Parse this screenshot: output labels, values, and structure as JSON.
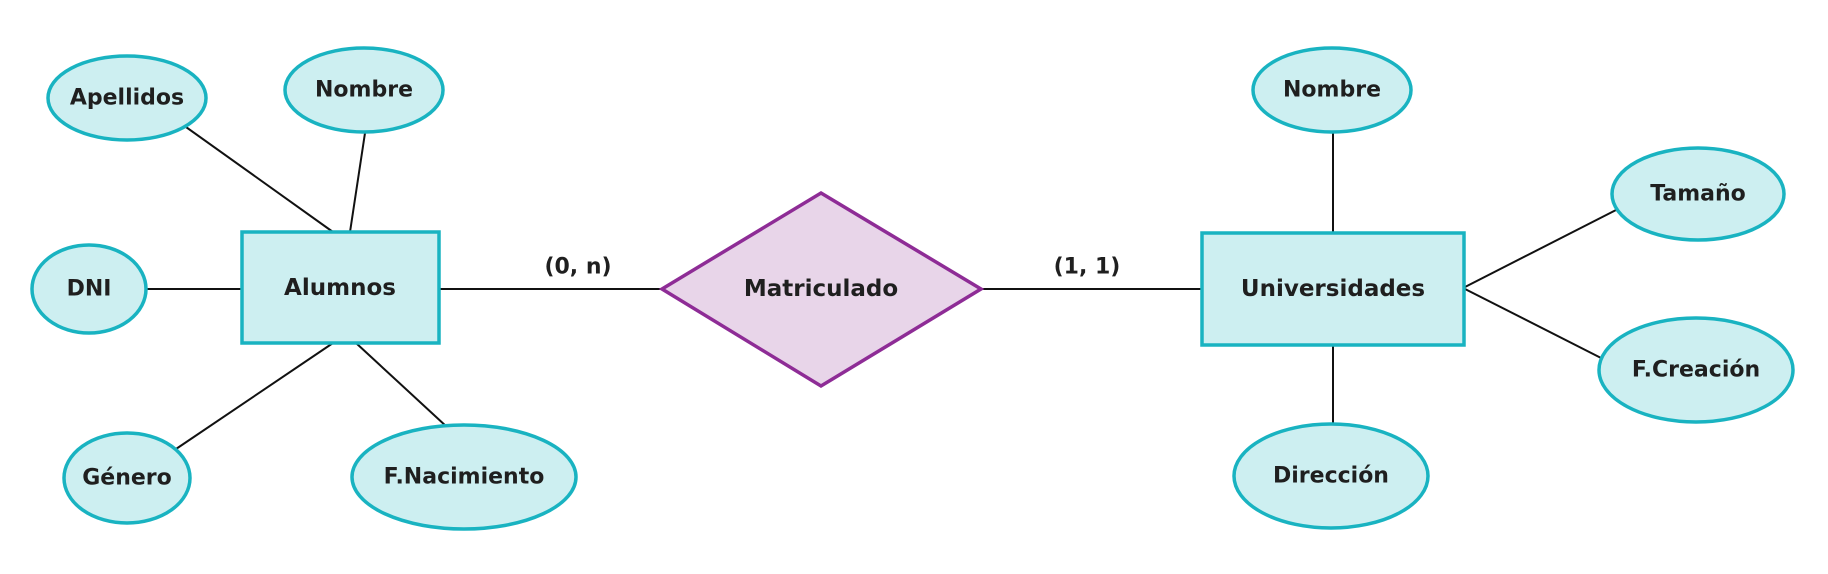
{
  "colors": {
    "entity_fill": "#cdeff1",
    "entity_stroke": "#19b3c1",
    "relationship_fill": "#e8d5e9",
    "relationship_stroke": "#8e2c96",
    "line": "#111111",
    "text": "#1f1f1f"
  },
  "entities": {
    "alumnos": "Alumnos",
    "universidades": "Universidades"
  },
  "relationship": {
    "label": "Matriculado"
  },
  "cardinalities": {
    "alumnos_side": "(0, n)",
    "universidades_side": "(1, 1)"
  },
  "alumnos_attributes": {
    "apellidos": "Apellidos",
    "nombre": "Nombre",
    "dni": "DNI",
    "genero": "Género",
    "f_nacimiento": "F.Nacimiento"
  },
  "universidades_attributes": {
    "nombre": "Nombre",
    "tamano": "Tamaño",
    "f_creacion": "F.Creación",
    "direccion": "Dirección"
  }
}
